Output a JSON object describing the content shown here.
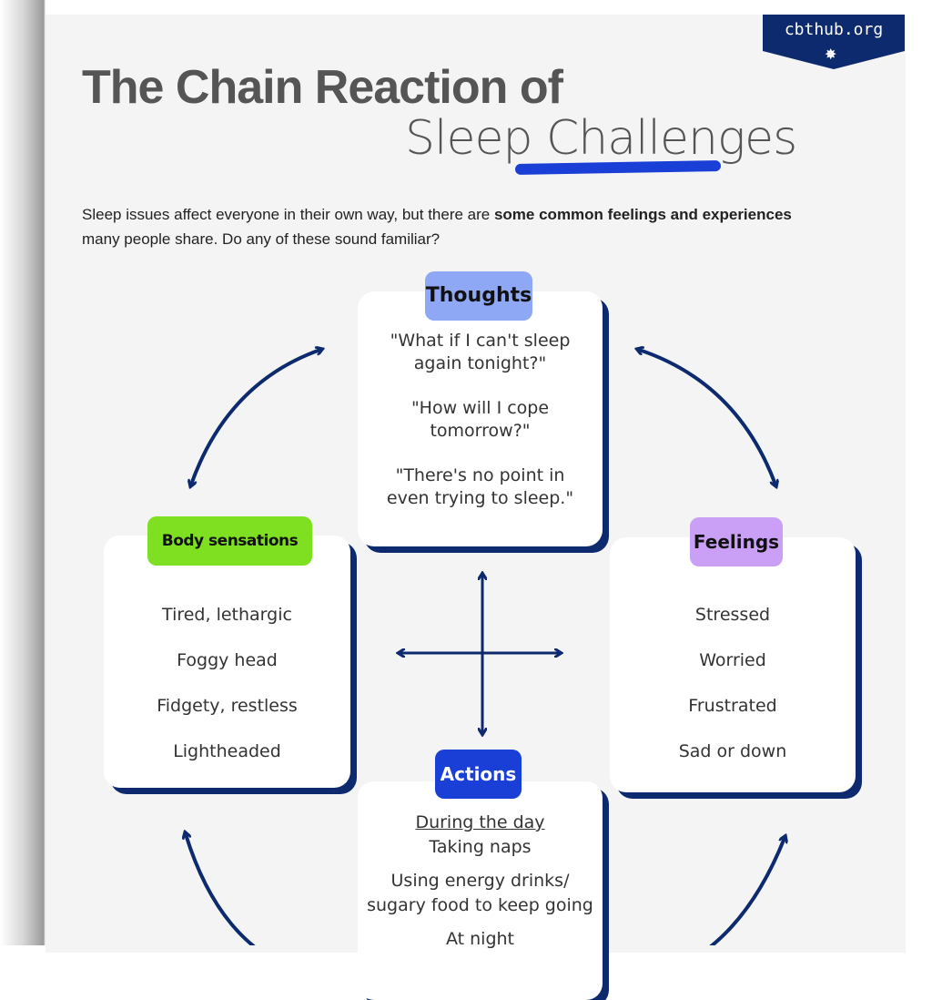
{
  "badge": {
    "text": "cbthub.org",
    "icon": "star-burst-icon"
  },
  "title": {
    "line1": "The Chain Reaction of",
    "line2": "Sleep Challenges"
  },
  "intro": {
    "part1": "Sleep issues affect everyone in their own way, but there are ",
    "bold1": "some common feelings and experiences",
    "part2": " many people share. Do any of these sound familiar?"
  },
  "colors": {
    "navy": "#0d2a6e",
    "thoughts": "#8fa8f5",
    "body": "#7ee021",
    "feelings": "#c9a0f5",
    "actions": "#1a3fd6"
  },
  "thoughts": {
    "label": "Thoughts",
    "items": [
      "\"What if I can't sleep again tonight?\"",
      "\"How will I cope tomorrow?\"",
      "\"There's no point in even trying to sleep.\""
    ]
  },
  "body": {
    "label": "Body sensations",
    "items": [
      "Tired, lethargic",
      "Foggy head",
      "Fidgety, restless",
      "Lightheaded"
    ]
  },
  "feelings": {
    "label": "Feelings",
    "items": [
      "Stressed",
      "Worried",
      "Frustrated",
      "Sad or down"
    ]
  },
  "actions": {
    "label": "Actions",
    "heading": "During the day",
    "items": [
      "Taking naps",
      "Using energy drinks/ sugary food to keep going"
    ],
    "heading2": "At night"
  }
}
